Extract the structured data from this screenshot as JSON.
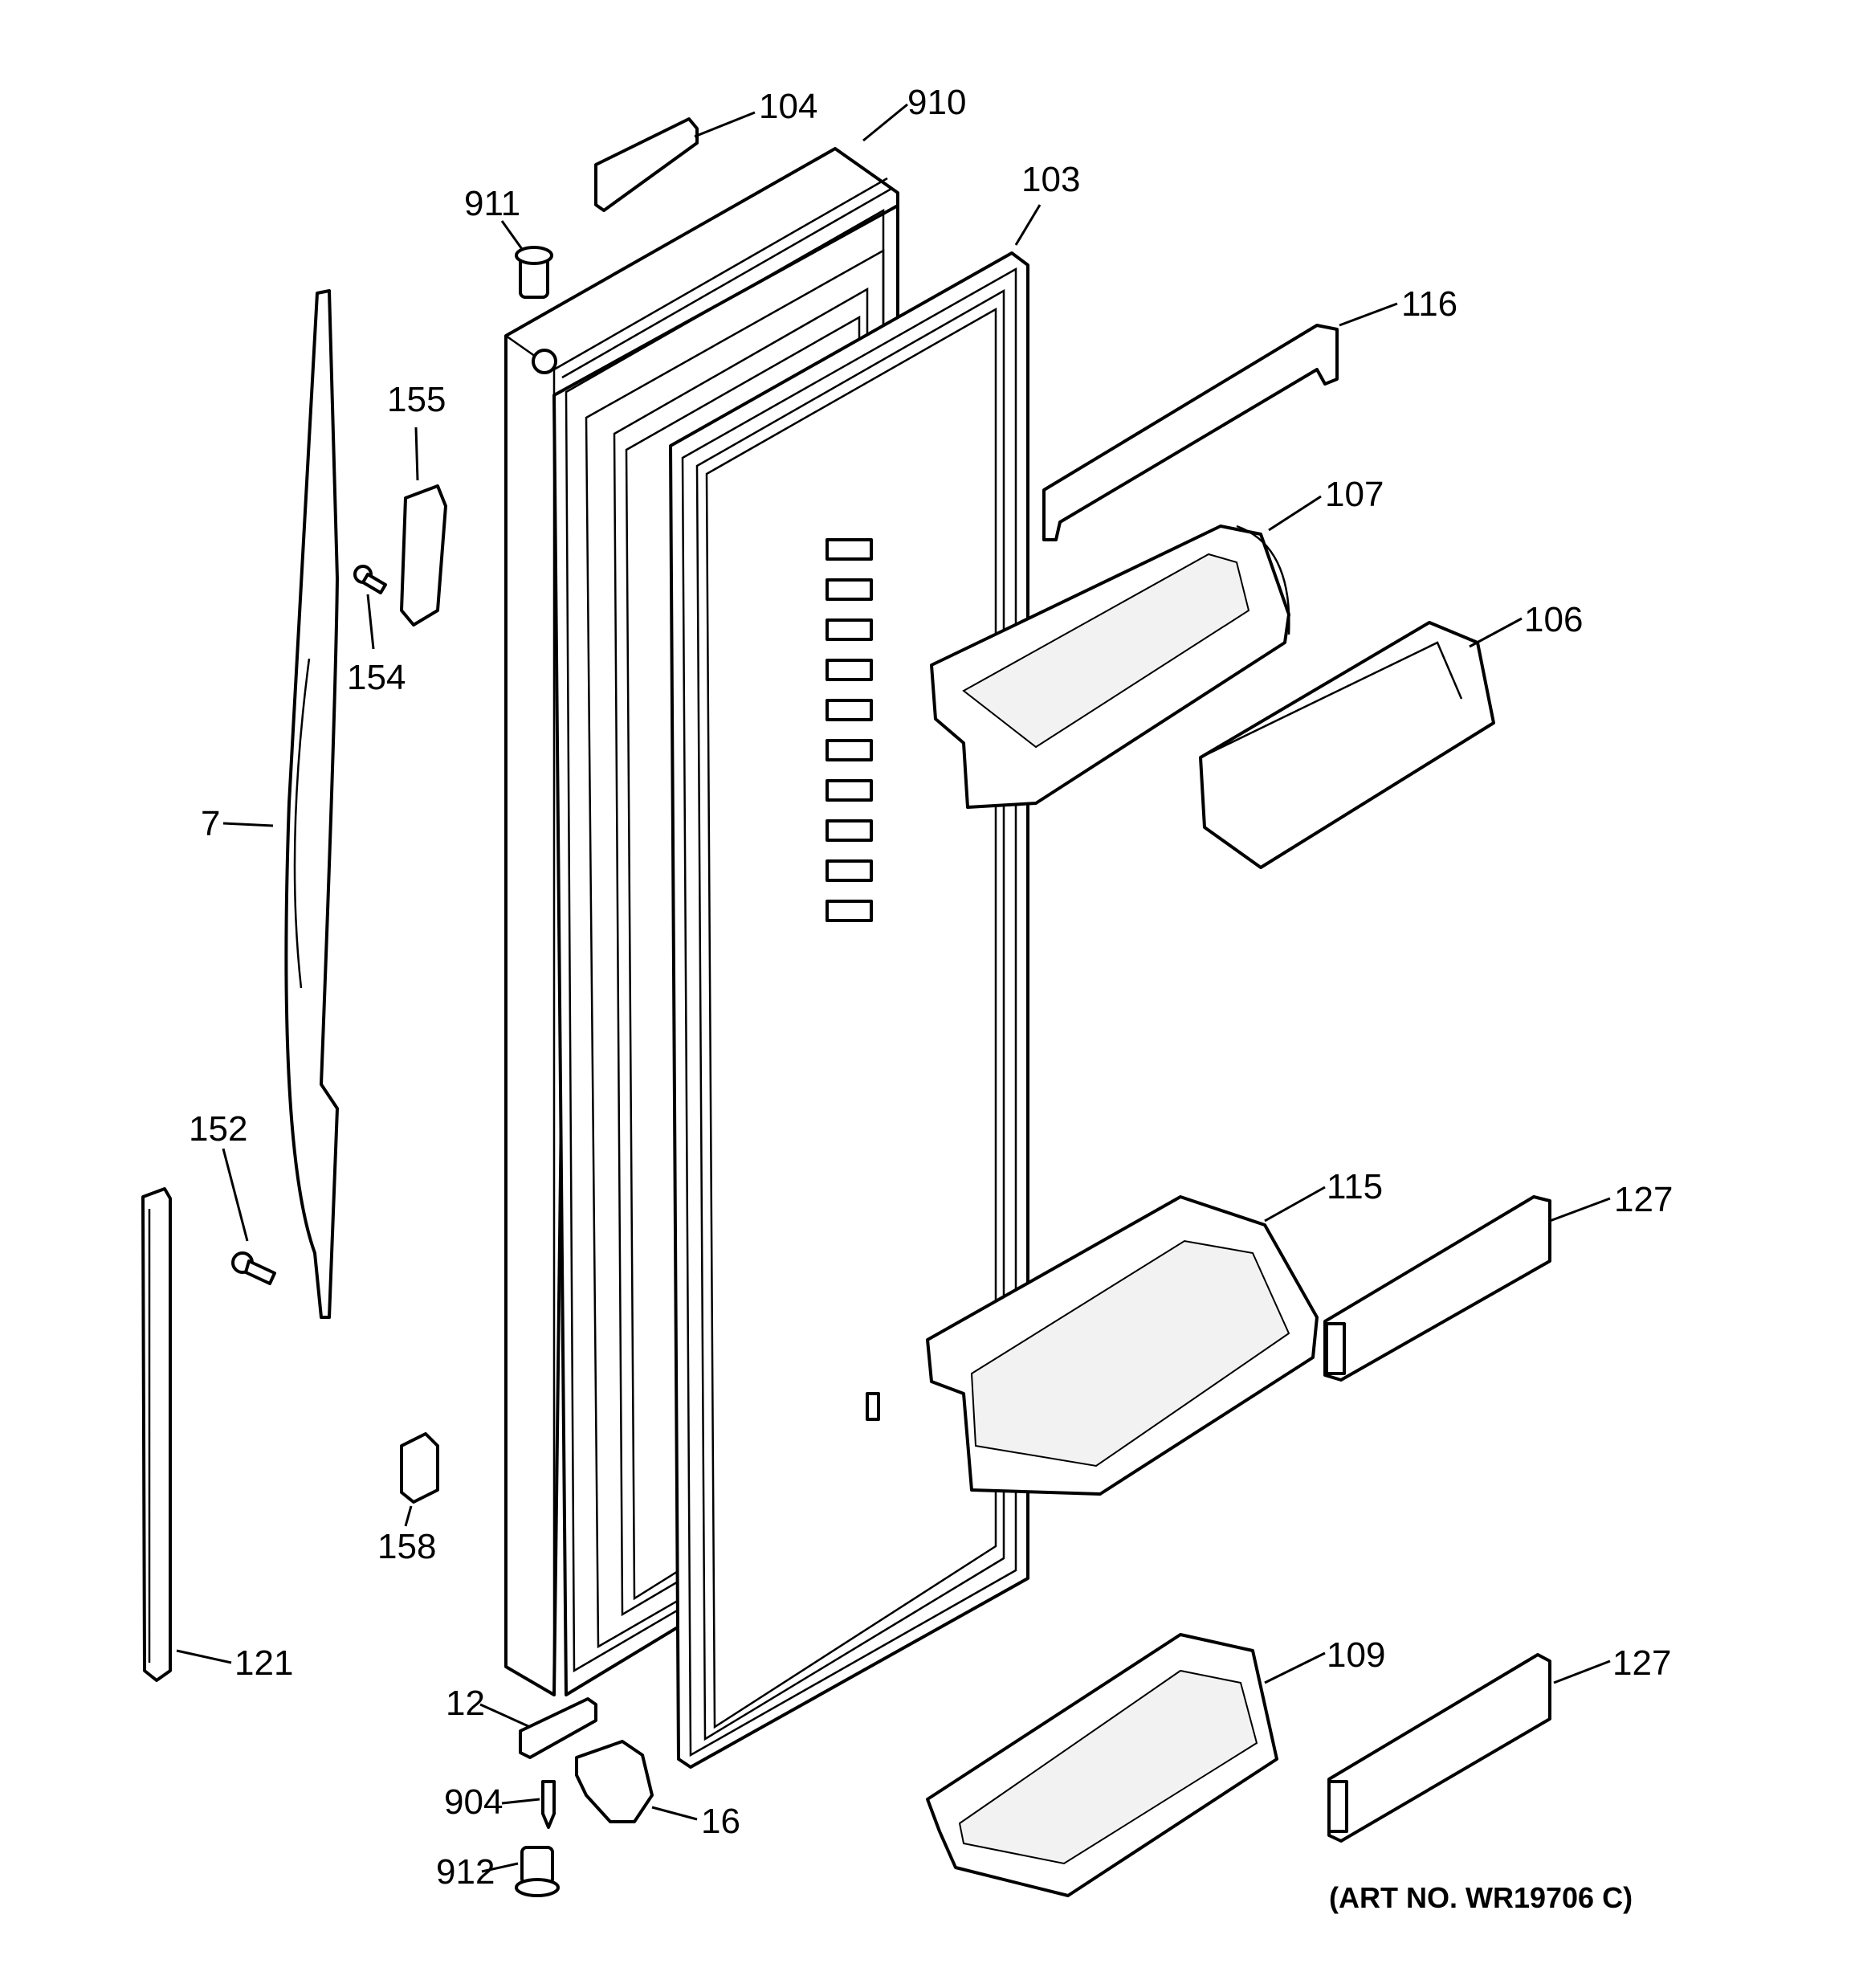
{
  "diagram": {
    "art_number": "(ART NO. WR19706 C)",
    "labels": {
      "p104": "104",
      "p910": "910",
      "p911": "911",
      "p103": "103",
      "p116": "116",
      "p155": "155",
      "p107": "107",
      "p154": "154",
      "p106": "106",
      "p7": "7",
      "p152": "152",
      "p115": "115",
      "p127a": "127",
      "p158": "158",
      "p121": "121",
      "p109": "109",
      "p127b": "127",
      "p12": "12",
      "p904": "904",
      "p16": "16",
      "p912": "912"
    }
  }
}
